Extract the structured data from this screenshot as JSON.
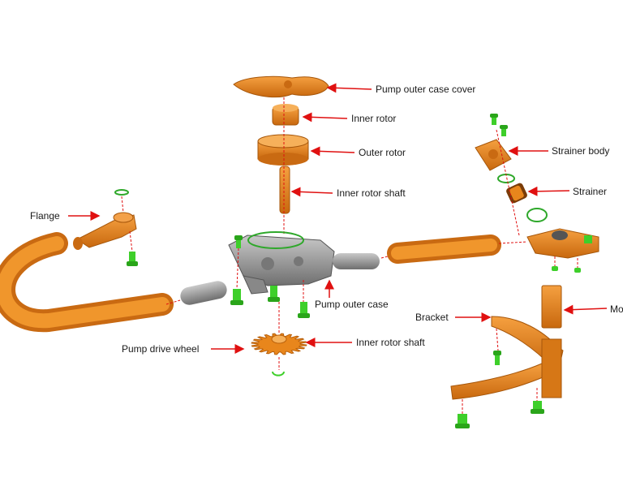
{
  "labels": {
    "pump_outer_case_cover": "Pump outer case cover",
    "inner_rotor_top": "Inner rotor",
    "outer_rotor": "Outer rotor",
    "inner_rotor_shaft_top": "Inner rotor shaft",
    "strainer_body": "Strainer body",
    "strainer": "Strainer",
    "flange": "Flange",
    "pump_outer_case": "Pump outer case",
    "bracket": "Bracket",
    "motor_cut": "Mo",
    "pump_drive_wheel": "Pump drive wheel",
    "inner_rotor_shaft_bottom": "Inner rotor shaft"
  },
  "colors": {
    "part_orange": "#e8861c",
    "part_orange_dark": "#b85f0a",
    "part_gray": "#8a8a8a",
    "fastener_green": "#3ecf2a",
    "leader_red": "#e01010",
    "o_ring_green": "#2ea82a"
  }
}
